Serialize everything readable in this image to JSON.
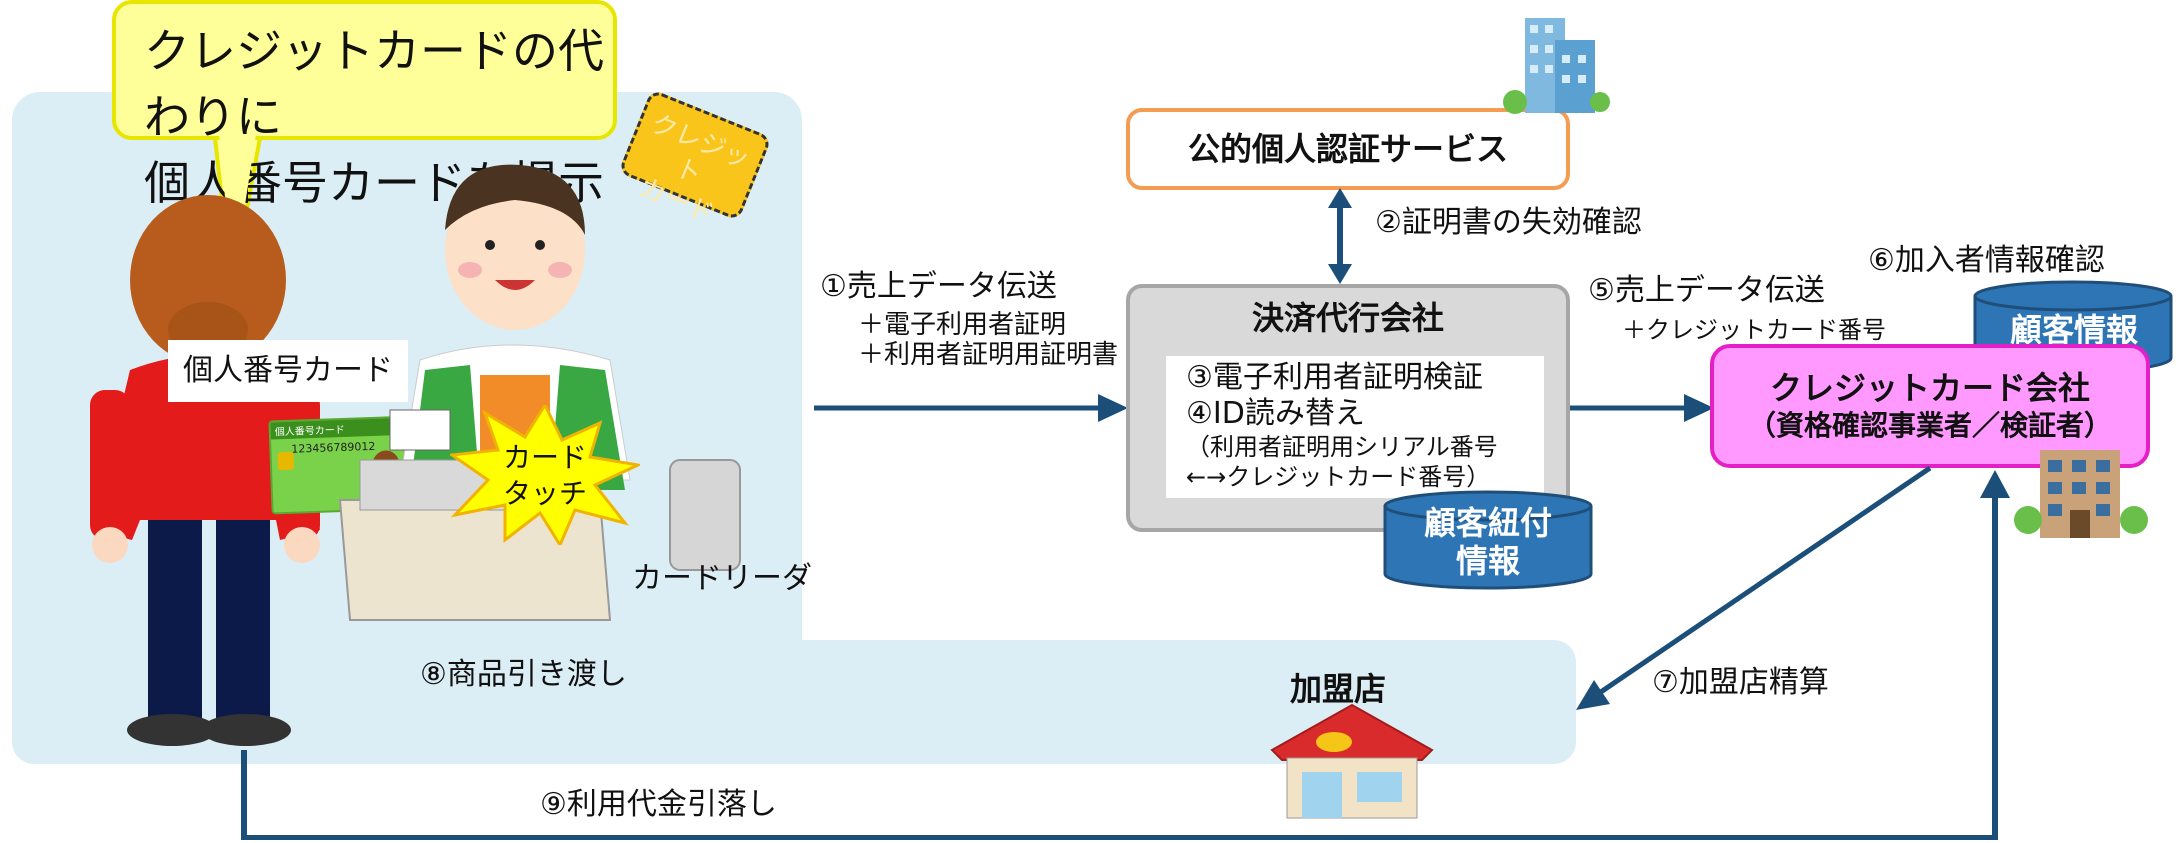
{
  "speech_bubble": {
    "line1": "クレジットカードの代わりに",
    "line2": "個人番号カードを提示"
  },
  "credit_card_tag": {
    "line1": "クレジット",
    "line2": "カード"
  },
  "mynumber_card_label": "個人番号カード",
  "card_face": {
    "title": "個人番号カード",
    "number": "123456789012"
  },
  "card_touch": {
    "line1": "カード",
    "line2": "タッチ"
  },
  "card_reader_label": "カードリーダ",
  "public_auth_service": "公的個人認証サービス",
  "step2": "②証明書の失効確認",
  "step1": {
    "title": "①売上データ伝送",
    "sub1": "＋電子利用者証明",
    "sub2": "＋利用者証明用証明書"
  },
  "payment_agent": {
    "title": "決済代行会社",
    "item3": "③電子利用者証明検証",
    "item4": "④ID読み替え",
    "note1": "（利用者証明用シリアル番号",
    "note2": "←→クレジットカード番号）",
    "db_line1": "顧客紐付",
    "db_line2": "情報"
  },
  "step5": {
    "title": "⑤売上データ伝送",
    "sub": "＋クレジットカード番号"
  },
  "step6": "⑥加入者情報確認",
  "customer_db": "顧客情報",
  "credit_company": {
    "title": "クレジットカード会社",
    "subtitle": "（資格確認事業者／検証者）"
  },
  "step7": "⑦加盟店精算",
  "merchant": "加盟店",
  "step8": "⑧商品引き渡し",
  "step9": "⑨利用代金引落し",
  "colors": {
    "panel": "#dbeef5",
    "arrow": "#1b4f7a",
    "bubble": "#ffff99",
    "bubble_border": "#e6e600",
    "orange_border": "#f39c52",
    "magenta": "#ff99ff",
    "magenta_border": "#e51fc8",
    "db_blue": "#2e75b6"
  }
}
